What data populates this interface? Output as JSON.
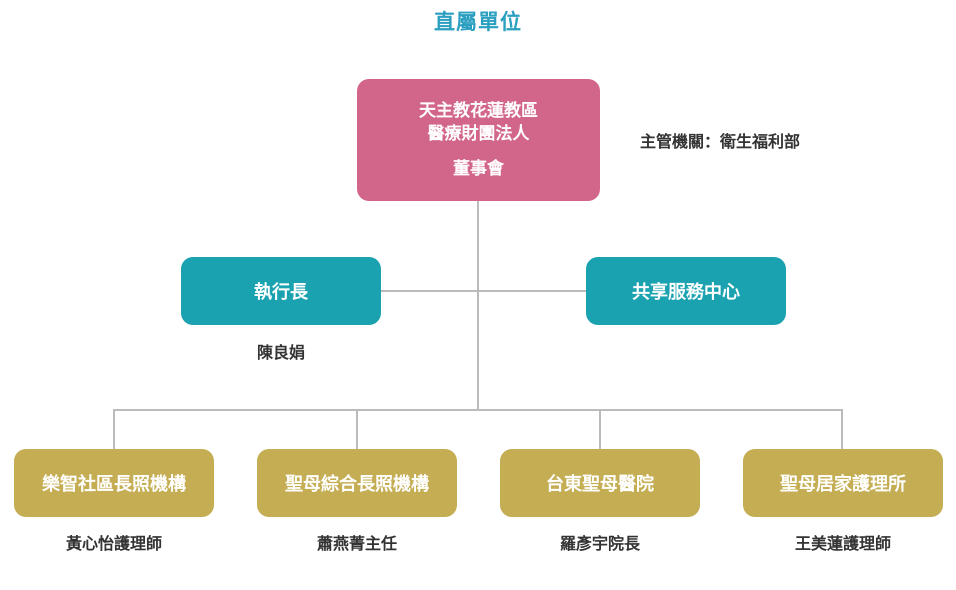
{
  "title": "直屬單位",
  "board": {
    "line1": "天主教花蓮教區",
    "line2": "醫療財團法人",
    "line3": "董事會"
  },
  "authority": "主管機關：衛生福利部",
  "ceo": {
    "label": "執行長",
    "person": "陳良娟"
  },
  "shared_center": {
    "label": "共享服務中心"
  },
  "units": [
    {
      "label": "樂智社區長照機構",
      "person": "黃心怡護理師"
    },
    {
      "label": "聖母綜合長照機構",
      "person": "蕭燕菁主任"
    },
    {
      "label": "台東聖母醫院",
      "person": "羅彥宇院長"
    },
    {
      "label": "聖母居家護理所",
      "person": "王美蓮護理師"
    }
  ],
  "colors": {
    "title": "#2a9fc0",
    "board": "#d2658a",
    "management": "#1aa2b0",
    "units": "#c4ad53",
    "connector": "#bbbbbb"
  }
}
